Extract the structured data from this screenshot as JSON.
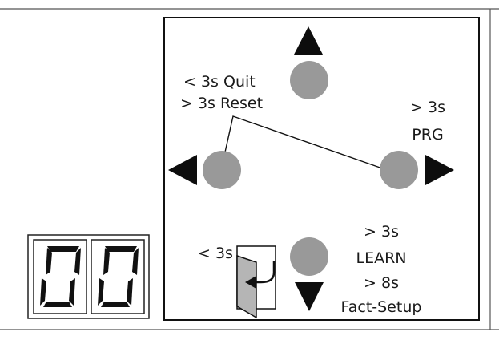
{
  "display": {
    "digits": [
      "0",
      "0"
    ],
    "segment_color": "#111111"
  },
  "keypad": {
    "button_color": "#999999",
    "arrow_color": "#0d0d0d",
    "up": {
      "icon": "up-triangle-icon"
    },
    "left": {
      "icon": "left-triangle-icon",
      "label_line1": "< 3s Quit",
      "label_line2": "> 3s Reset"
    },
    "right": {
      "icon": "right-triangle-icon",
      "label_line1": "> 3s",
      "label_line2": "PRG"
    },
    "down": {
      "icon": "down-triangle-icon",
      "label_line1": "> 3s",
      "label_line2": "LEARN",
      "label_line3": "> 8s",
      "label_line4": "Fact-Setup"
    },
    "exit": {
      "icon": "door-exit-icon",
      "label": "< 3s"
    }
  }
}
